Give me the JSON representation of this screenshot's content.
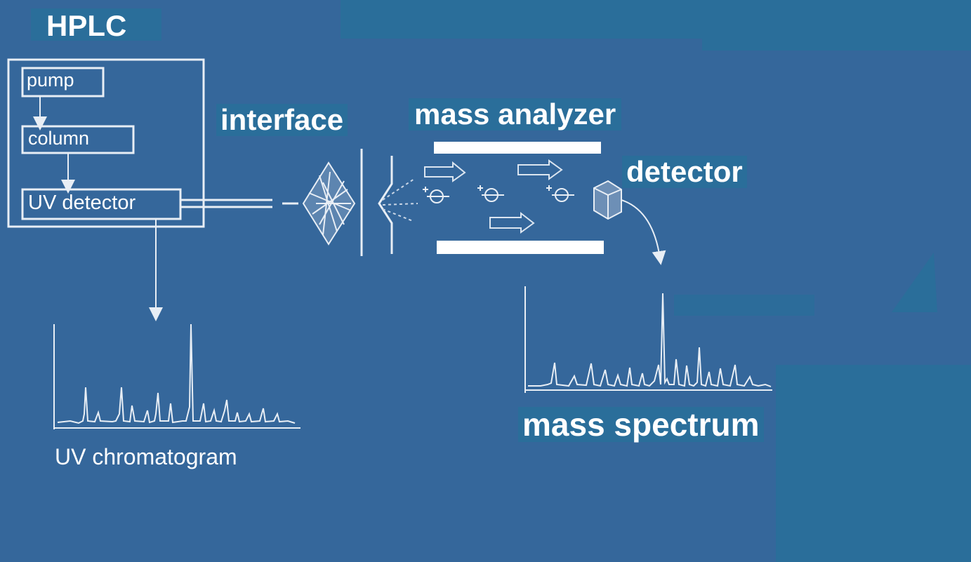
{
  "colors": {
    "background": "#35679b",
    "patch": "#2a6e9a",
    "ink": "#ffffff"
  },
  "hplc": {
    "title": "HPLC",
    "pump": "pump",
    "column": "column",
    "uv_detector": "UV detector"
  },
  "interface_label": "interface",
  "mass_analyzer_label": "mass analyzer",
  "detector_label": "detector",
  "uv_chromatogram_label": "UV chromatogram",
  "mass_spectrum_label": "mass spectrum"
}
